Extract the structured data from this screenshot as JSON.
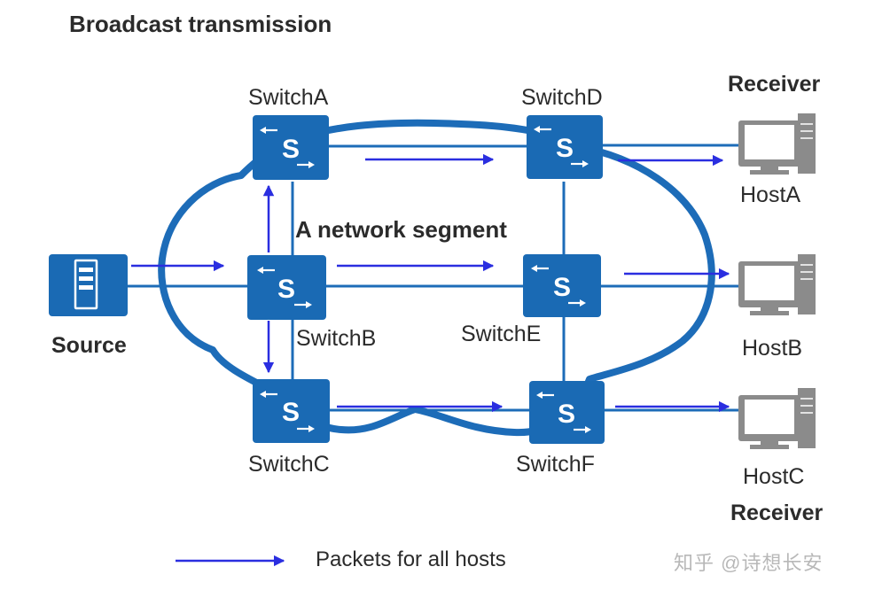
{
  "title": "Broadcast transmission",
  "segment_label": "A network segment",
  "source_label": "Source",
  "receiver_label": "Receiver",
  "switches": {
    "a": "SwitchA",
    "b": "SwitchB",
    "c": "SwitchC",
    "d": "SwitchD",
    "e": "SwitchE",
    "f": "SwitchF"
  },
  "switch_glyph": "S",
  "hosts": {
    "a": "HostA",
    "b": "HostB",
    "c": "HostC"
  },
  "legend": {
    "text": "Packets for all hosts"
  },
  "watermark": "知乎 @诗想长安",
  "colors": {
    "device_blue": "#1a6ab4",
    "link_blue": "#1d6cb8",
    "arrow_blue": "#2a2ee0",
    "text": "#2b2b2b"
  }
}
